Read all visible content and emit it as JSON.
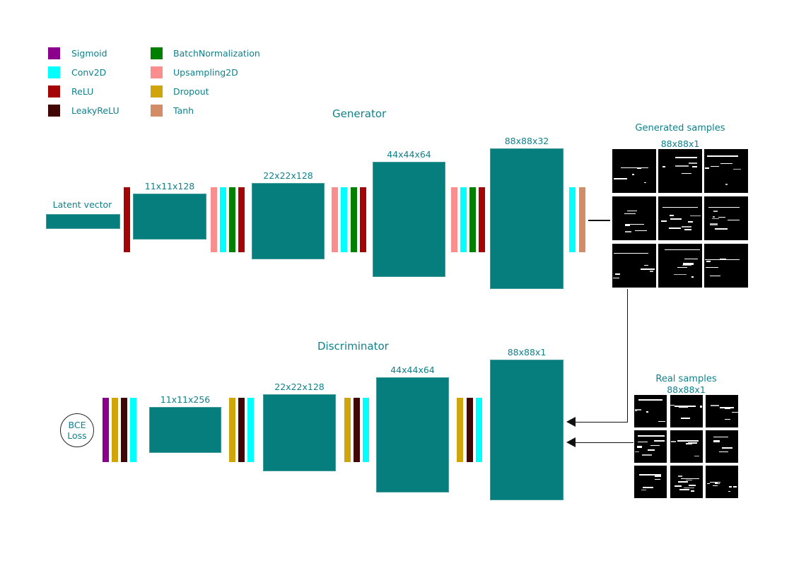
{
  "colors": {
    "text": "#0f818b",
    "block": "#077e7e",
    "line": "#111111",
    "sigmoid": "#8b008b",
    "conv2d": "#00ffff",
    "relu": "#a30505",
    "leakyrelu": "#400606",
    "batchnorm": "#008000",
    "upsampling2d": "#fa8d8d",
    "dropout": "#d0a50c",
    "tanh": "#d28c66"
  },
  "legend": {
    "items": [
      {
        "key": "sigmoid",
        "label": "Sigmoid"
      },
      {
        "key": "conv2d",
        "label": "Conv2D"
      },
      {
        "key": "relu",
        "label": "ReLU"
      },
      {
        "key": "leakyrelu",
        "label": "LeakyReLU"
      },
      {
        "key": "batchnorm",
        "label": "BatchNormalization"
      },
      {
        "key": "upsampling2d",
        "label": "Upsampling2D"
      },
      {
        "key": "dropout",
        "label": "Dropout"
      },
      {
        "key": "tanh",
        "label": "Tanh"
      }
    ]
  },
  "generator": {
    "title": "Generator",
    "input_label": "Latent vector",
    "block_labels": [
      "11x11x128",
      "22x22x128",
      "44x44x64",
      "88x88x32"
    ],
    "bar_groups": [
      [
        "relu"
      ],
      [
        "upsampling2d",
        "conv2d",
        "batchnorm",
        "relu"
      ],
      [
        "upsampling2d",
        "conv2d",
        "batchnorm",
        "relu"
      ],
      [
        "upsampling2d",
        "conv2d",
        "batchnorm",
        "relu"
      ],
      [
        "conv2d",
        "tanh"
      ]
    ],
    "output_title": "Generated samples",
    "output_dims": "88x88x1"
  },
  "discriminator": {
    "title": "Discriminator",
    "loss_line1": "BCE",
    "loss_line2": "Loss",
    "block_labels": [
      "11x11x256",
      "22x22x128",
      "44x44x64",
      "88x88x1"
    ],
    "bar_groups": [
      [
        "sigmoid",
        "dropout",
        "leakyrelu",
        "conv2d"
      ],
      [
        "dropout",
        "leakyrelu",
        "conv2d"
      ],
      [
        "dropout",
        "leakyrelu",
        "conv2d"
      ],
      [
        "dropout",
        "leakyrelu",
        "conv2d"
      ]
    ],
    "real_title": "Real samples",
    "real_dims": "88x88x1"
  }
}
